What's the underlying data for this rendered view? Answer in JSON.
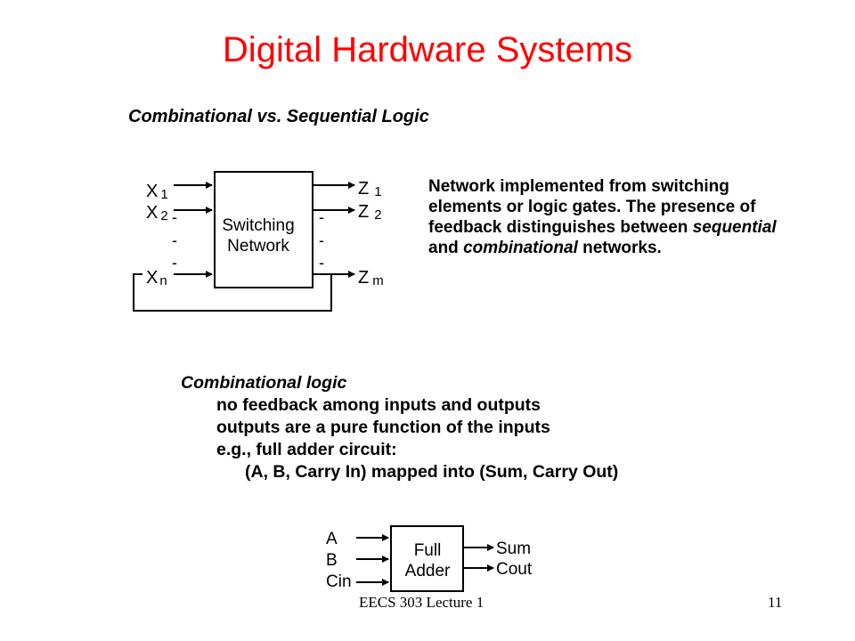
{
  "slide": {
    "title": "Digital Hardware Systems",
    "subtitle": "Combinational vs. Sequential Logic"
  },
  "switching_diagram": {
    "box_line1": "Switching",
    "box_line2": "Network",
    "inputs": [
      {
        "base": "X",
        "sub": "1"
      },
      {
        "base": "X",
        "sub": "2"
      },
      {
        "base": "X",
        "sub": "n"
      }
    ],
    "outputs": [
      {
        "base": "Z",
        "sub": "1"
      },
      {
        "base": "Z",
        "sub": "2"
      },
      {
        "base": "Z",
        "sub": "m"
      }
    ],
    "ellipsis": "-"
  },
  "description": {
    "part1": "Network implemented from switching elements or logic gates.  The presence of feedback distinguishes between ",
    "em1": "sequential",
    "part2": " and ",
    "em2": "combinational",
    "part3": " networks."
  },
  "combinational": {
    "heading": "Combinational logic",
    "lines": [
      "no feedback among inputs and outputs",
      "outputs are a pure function of the inputs",
      "e.g., full adder circuit:"
    ],
    "mapping": "(A, B, Carry In) mapped into (Sum, Carry Out)"
  },
  "adder_diagram": {
    "box_line1": "Full",
    "box_line2": "Adder",
    "inputs": [
      "A",
      "B",
      "Cin"
    ],
    "outputs": [
      "Sum",
      "Cout"
    ]
  },
  "footer": {
    "course": "EECS 303 Lecture 1",
    "page": "11"
  }
}
